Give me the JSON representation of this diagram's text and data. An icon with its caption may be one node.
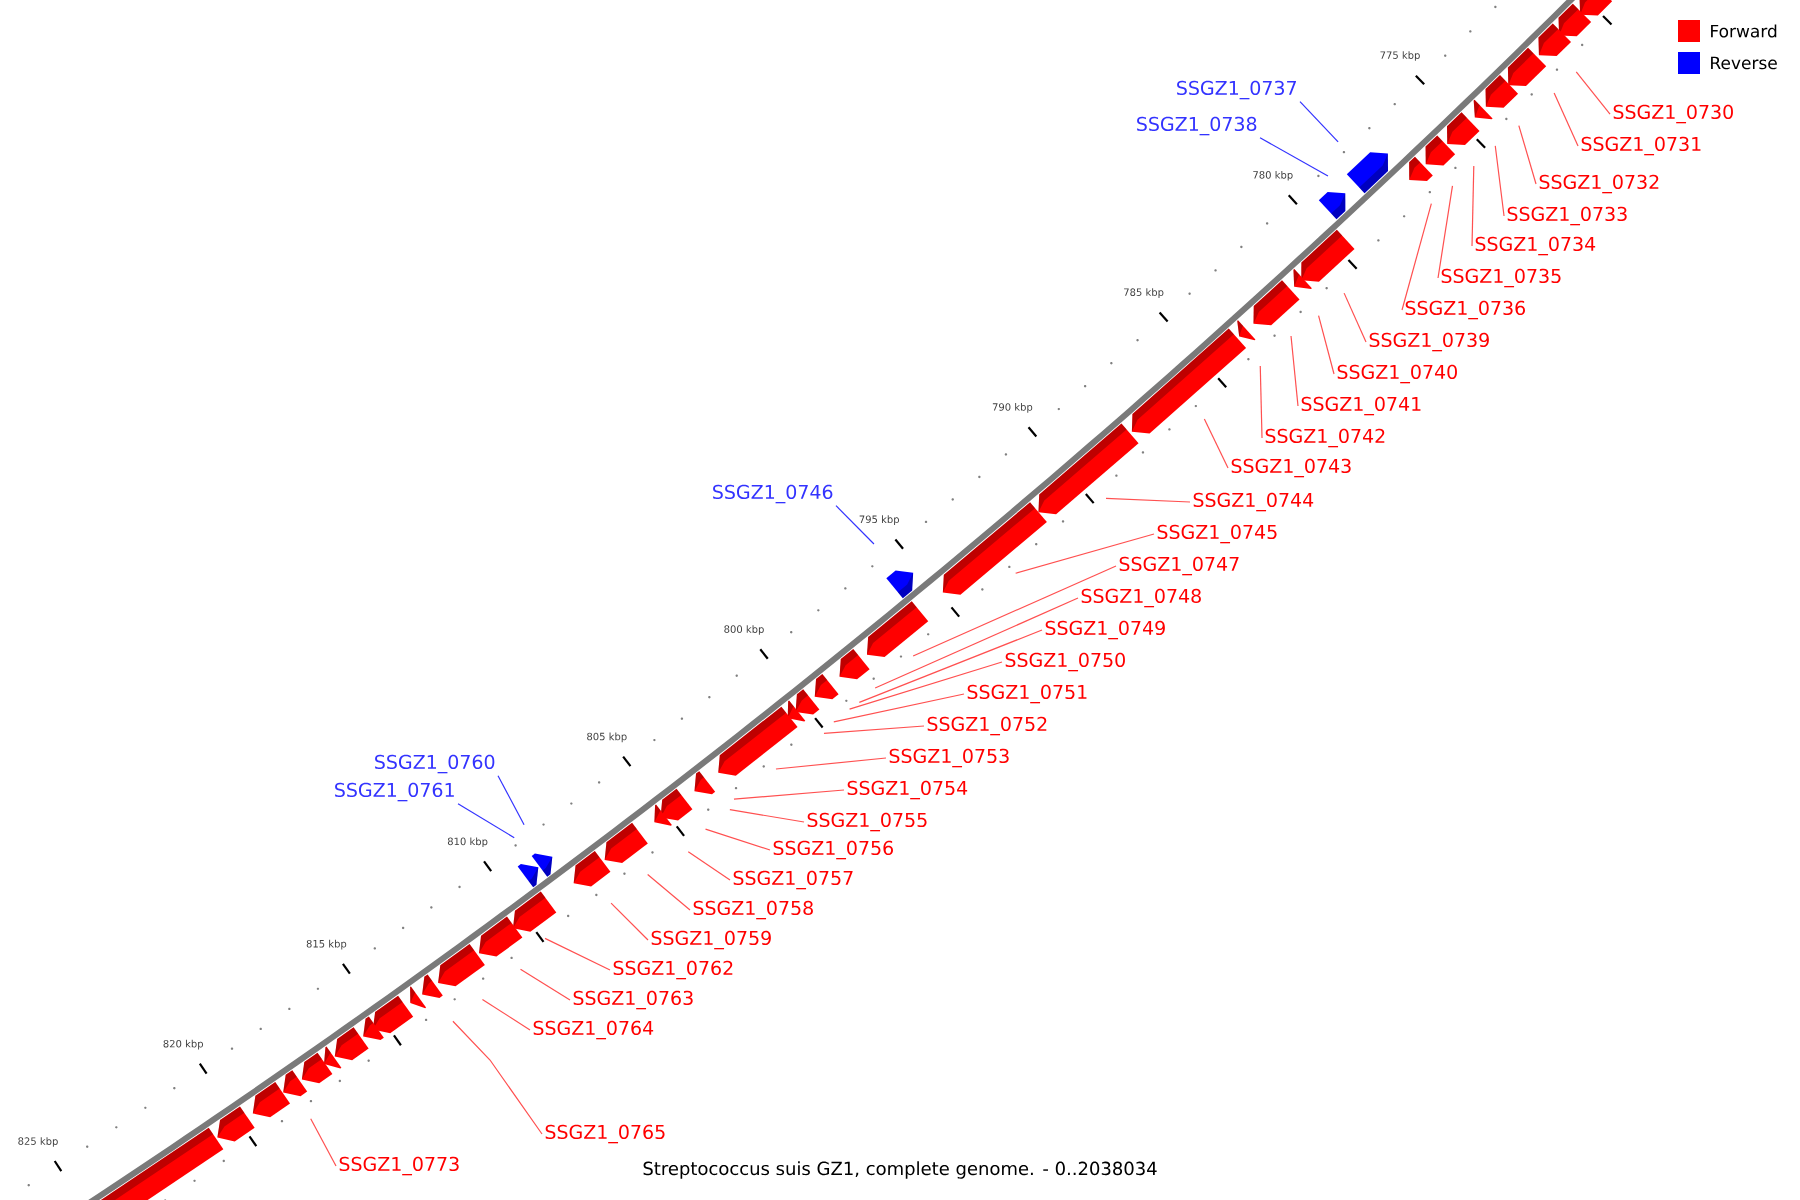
{
  "diagram": {
    "caption": "Streptococcus suis GZ1, complete genome. - 0..2038034",
    "nodes": [
      {
        "text": [
          "SSGZ1_0730"
        ]
      },
      {
        "text": [
          "SSGZ1_0731"
        ]
      },
      {
        "text": [
          "SSGZ1_0732"
        ]
      },
      {
        "text": [
          "SSGZ1_0733"
        ]
      },
      {
        "text": [
          "SSGZ1_0734"
        ]
      },
      {
        "text": [
          "SSGZ1_0735"
        ]
      },
      {
        "text": [
          "SSGZ1_0736"
        ]
      },
      {
        "text": [
          "SSGZ1_0737"
        ]
      },
      {
        "text": [
          "SSGZ1_0738"
        ]
      },
      {
        "text": [
          "SSGZ1_0739"
        ]
      },
      {
        "text": [
          "SSGZ1_0740"
        ]
      },
      {
        "text": [
          "SSGZ1_0741"
        ]
      },
      {
        "text": [
          "SSGZ1_0742"
        ]
      },
      {
        "text": [
          "SSGZ1_0743"
        ]
      },
      {
        "text": [
          "SSGZ1_0744"
        ]
      },
      {
        "text": [
          "SSGZ1_0745"
        ]
      },
      {
        "text": [
          "SSGZ1_0746"
        ]
      },
      {
        "text": [
          "SSGZ1_0747"
        ]
      },
      {
        "text": [
          "SSGZ1_0748"
        ]
      },
      {
        "text": [
          "SSGZ1_0749"
        ]
      },
      {
        "text": [
          "SSGZ1_0750"
        ]
      },
      {
        "text": [
          "SSGZ1_0751"
        ]
      },
      {
        "text": [
          "SSGZ1_0752"
        ]
      },
      {
        "text": [
          "SSGZ1_0753"
        ]
      },
      {
        "text": [
          "SSGZ1_0754"
        ]
      },
      {
        "text": [
          "SSGZ1_0755"
        ]
      },
      {
        "text": [
          "SSGZ1_0756"
        ]
      },
      {
        "text": [
          "SSGZ1_0757"
        ]
      },
      {
        "text": [
          "SSGZ1_0758"
        ]
      },
      {
        "text": [
          "SSGZ1_0759"
        ]
      },
      {
        "text": [
          "SSGZ1_0760"
        ]
      },
      {
        "text": [
          "SSGZ1_0761"
        ]
      },
      {
        "text": [
          "SSGZ1_0762"
        ]
      },
      {
        "text": [
          "SSGZ1_0763"
        ]
      },
      {
        "text": [
          "SSGZ1_0764"
        ]
      },
      {
        "text": [
          "SSGZ1_0765"
        ]
      },
      {
        "text": [
          "SSGZ1_0773"
        ]
      }
    ],
    "edges": [
      {
        "from": 0,
        "to": null,
        "arrow": "none"
      },
      {
        "from": 1,
        "to": null,
        "arrow": "none"
      },
      {
        "from": 2,
        "to": null,
        "arrow": "none"
      },
      {
        "from": 3,
        "to": null,
        "arrow": "none"
      },
      {
        "from": 4,
        "to": null,
        "arrow": "none"
      },
      {
        "from": 5,
        "to": null,
        "arrow": "none"
      },
      {
        "from": 6,
        "to": null,
        "arrow": "none"
      },
      {
        "from": 7,
        "to": null,
        "arrow": "none",
        "color": "#3333ff"
      },
      {
        "from": 8,
        "to": null,
        "arrow": "none",
        "color": "#3333ff"
      },
      {
        "from": 9,
        "to": null,
        "arrow": "none"
      },
      {
        "from": 10,
        "to": null,
        "arrow": "none"
      },
      {
        "from": 11,
        "to": null,
        "arrow": "none"
      },
      {
        "from": 12,
        "to": null,
        "arrow": "none"
      },
      {
        "from": 13,
        "to": null,
        "arrow": "none"
      },
      {
        "from": 14,
        "to": null,
        "arrow": "none"
      },
      {
        "from": 15,
        "to": null,
        "arrow": "none"
      },
      {
        "from": 16,
        "to": null,
        "arrow": "none",
        "color": "#3333ff"
      },
      {
        "from": 17,
        "to": null,
        "arrow": "none"
      },
      {
        "from": 18,
        "to": null,
        "arrow": "none"
      },
      {
        "from": 19,
        "to": null,
        "arrow": "none"
      },
      {
        "from": 20,
        "to": null,
        "arrow": "none"
      },
      {
        "from": 21,
        "to": null,
        "arrow": "none"
      },
      {
        "from": 22,
        "to": null,
        "arrow": "none"
      },
      {
        "from": 23,
        "to": null,
        "arrow": "none"
      },
      {
        "from": 24,
        "to": null,
        "arrow": "none"
      },
      {
        "from": 25,
        "to": null,
        "arrow": "none"
      },
      {
        "from": 26,
        "to": null,
        "arrow": "none"
      },
      {
        "from": 27,
        "to": null,
        "arrow": "none"
      },
      {
        "from": 28,
        "to": null,
        "arrow": "none"
      },
      {
        "from": 29,
        "to": null,
        "arrow": "none"
      },
      {
        "from": 30,
        "to": null,
        "arrow": "none",
        "color": "#3333ff"
      },
      {
        "from": 31,
        "to": null,
        "arrow": "none",
        "color": "#3333ff"
      },
      {
        "from": 32,
        "to": null,
        "arrow": "none"
      },
      {
        "from": 33,
        "to": null,
        "arrow": "none"
      },
      {
        "from": 34,
        "to": null,
        "arrow": "none"
      },
      {
        "from": 35,
        "to": null,
        "arrow": "none"
      },
      {
        "from": 36,
        "to": null,
        "arrow": "none"
      }
    ],
    "labels": [
      "775 kbp",
      "780 kbp",
      "785 kbp",
      "790 kbp",
      "795 kbp",
      "800 kbp",
      "805 kbp",
      "810 kbp",
      "815 kbp",
      "820 kbp",
      "825 kbp"
    ],
    "legend": [
      {
        "text": "Forward",
        "color": "#ff0000"
      },
      {
        "text": "Reverse",
        "color": "#0000ff"
      }
    ]
  }
}
